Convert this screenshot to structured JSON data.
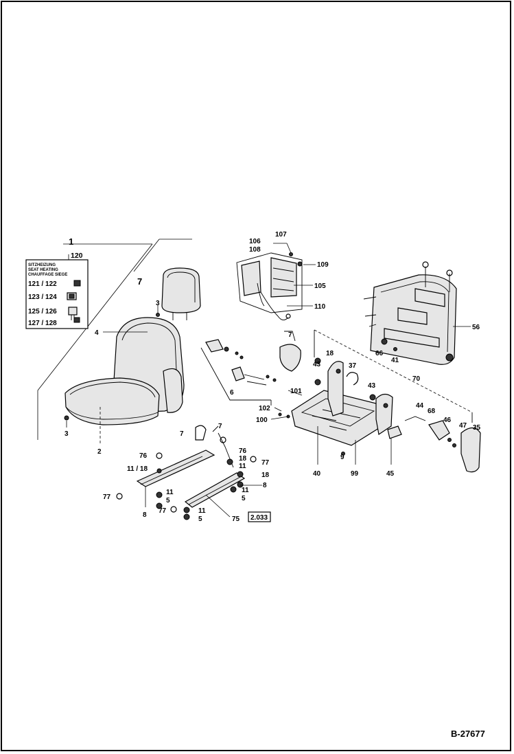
{
  "document_ref": "B-27677",
  "heating_box": {
    "title_lines": [
      "SITZHEIZUNG",
      "SEAT HEATING",
      "CHAUFFAGE SIEGE"
    ],
    "group_number": "120",
    "items": [
      "121 / 122",
      "123 / 124",
      "125 / 126",
      "127 / 128"
    ]
  },
  "ref_box": "2.033",
  "callouts": {
    "c1": "1",
    "c2": "2",
    "c3a": "3",
    "c3b": "3",
    "c4": "4",
    "c7a": "7",
    "c7b": "7",
    "c7c": "7",
    "c5a": "5",
    "c5b": "5",
    "c5c": "5",
    "c6": "6",
    "c8a": "8",
    "c8b": "8",
    "c9": "9",
    "c11a": "11",
    "c11b": "11",
    "c11c": "11",
    "c11d": "11",
    "c11_18": "11 / 18",
    "c18a": "18",
    "c18b": "18",
    "c18c": "18",
    "c35": "35",
    "c37": "37",
    "c40": "40",
    "c41": "41",
    "c43a": "43",
    "c43b": "43",
    "c44": "44",
    "c45": "45",
    "c46": "46",
    "c47": "47",
    "c56": "56",
    "c66": "66",
    "c68": "68",
    "c70": "70",
    "c75": "75",
    "c76a": "76",
    "c76b": "76",
    "c77a": "77",
    "c77b": "77",
    "c77c": "77",
    "c99": "99",
    "c100": "100",
    "c101": "101",
    "c102": "102",
    "c105": "105",
    "c106": "106",
    "c107": "107",
    "c108": "108",
    "c109": "109",
    "c110": "110"
  }
}
